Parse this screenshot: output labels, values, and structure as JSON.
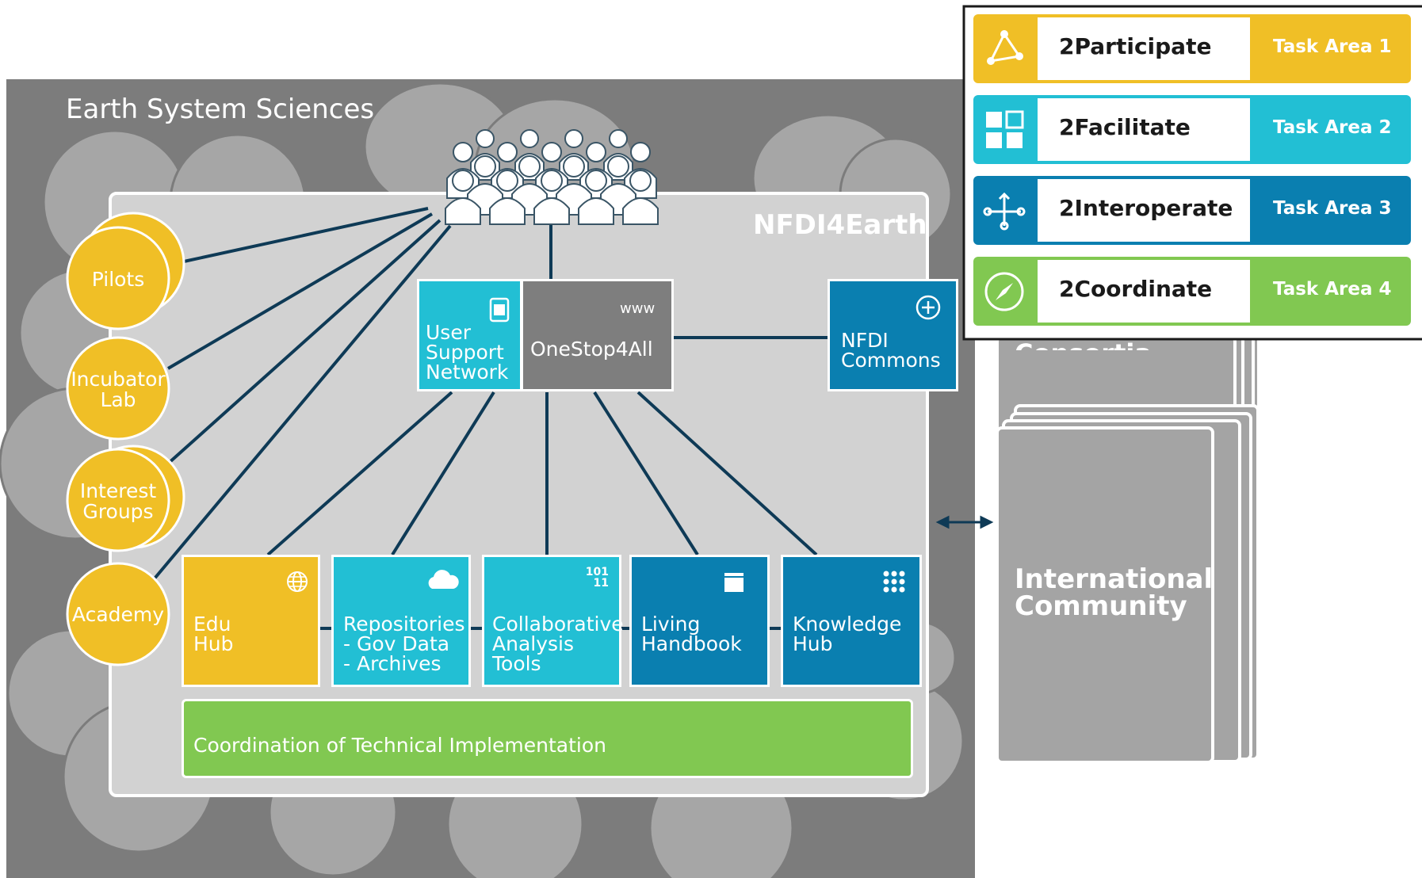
{
  "ess_title": "Earth System Sciences",
  "nfdi_title": "NFDI4Earth",
  "circles": [
    {
      "label": "Pilots"
    },
    {
      "label": "Incubator\nLab"
    },
    {
      "label": "Interest\nGroups"
    },
    {
      "label": "Academy"
    }
  ],
  "services": {
    "user_support": "User\nSupport\nNetwork",
    "onestop": "OneStop4All",
    "www": "www",
    "commons": "NFDI\nCommons"
  },
  "modules": [
    {
      "label": "Edu\nHub",
      "icon": "globe-icon"
    },
    {
      "label": "Repositories\n- Gov Data\n- Archives",
      "icon": "cloud-icon"
    },
    {
      "label": "Collaborative\nAnalysis\nTools",
      "icon": "binary-icon",
      "icon_text": "101\n11"
    },
    {
      "label": "Living\nHandbook",
      "icon": "book-icon"
    },
    {
      "label": "Knowledge\nHub",
      "icon": "grid-dots-icon"
    }
  ],
  "coordination": "Coordination of Technical Implementation",
  "consortia_partial": "Consortia",
  "international": "International\nCommunity",
  "task_areas": [
    {
      "name": "2Participate",
      "area": "Task Area 1",
      "color": "#f0bf26",
      "icon": "network-triangle-icon"
    },
    {
      "name": "2Facilitate",
      "area": "Task Area 2",
      "color": "#22bfd4",
      "icon": "windows-grid-icon"
    },
    {
      "name": "2Interoperate",
      "area": "Task Area 3",
      "color": "#0a7fb0",
      "icon": "branch-arrows-icon"
    },
    {
      "name": "2Coordinate",
      "area": "Task Area 4",
      "color": "#81c851",
      "icon": "compass-icon"
    }
  ],
  "colors": {
    "ess_bg": "#7c7c7c",
    "cloud": "#a6a6a6",
    "panel": "#d2d2d2",
    "yellow": "#f0bf26",
    "teal": "#22bfd4",
    "blue": "#0a7fb0",
    "gray_box": "#7e7e7e",
    "green": "#81c851",
    "line": "#0e3a56"
  }
}
